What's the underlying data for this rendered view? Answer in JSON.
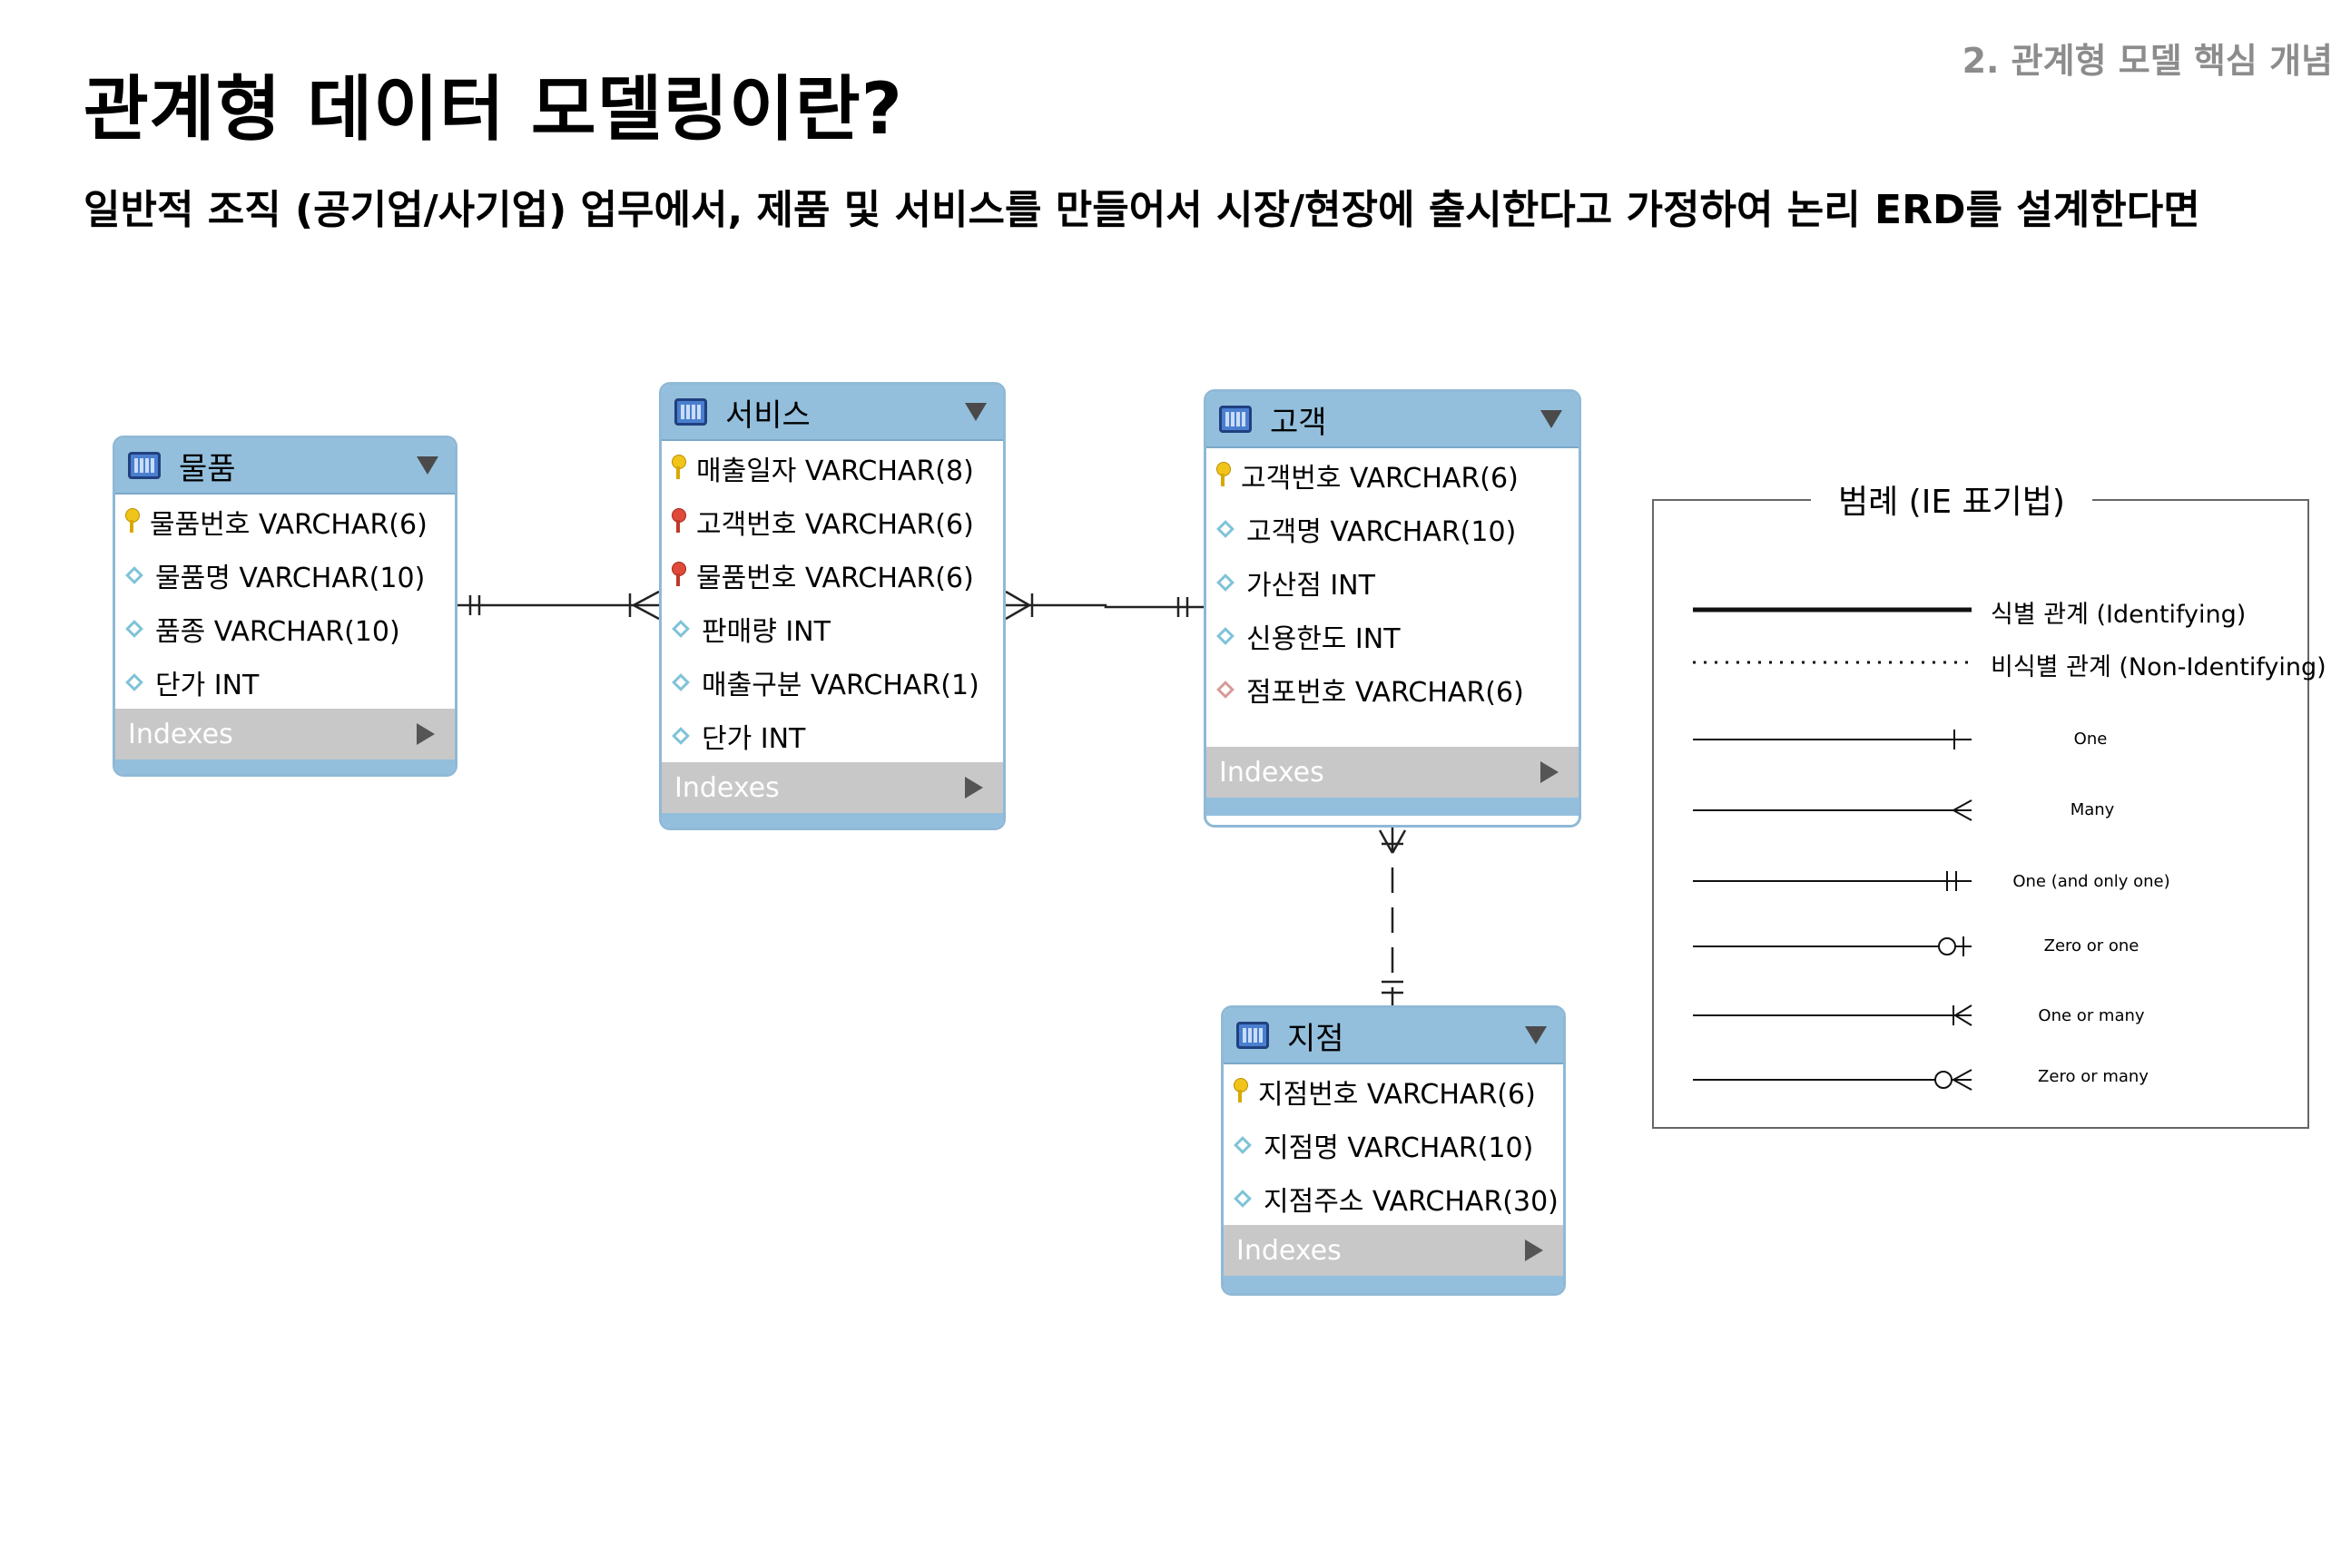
{
  "section_tag": "2. 관계형 모델 핵심 개념",
  "page_title": "관계형 데이터 모델링이란?",
  "subtitle": "일반적 조직 (공기업/사기업) 업무에서, 제품 및 서비스를 만들어서 시장/현장에 출시한다고 가정하여 논리 ERD를 설계한다면",
  "entities": {
    "product": {
      "name": "물품",
      "columns": [
        {
          "text": "물품번호 VARCHAR(6)",
          "key": "pk"
        },
        {
          "text": "물품명 VARCHAR(10)",
          "key": "attr"
        },
        {
          "text": "품종 VARCHAR(10)",
          "key": "attr"
        },
        {
          "text": "단가 INT",
          "key": "attr"
        }
      ],
      "indexes_label": "Indexes"
    },
    "service": {
      "name": "서비스",
      "columns": [
        {
          "text": "매출일자 VARCHAR(8)",
          "key": "pk"
        },
        {
          "text": "고객번호 VARCHAR(6)",
          "key": "pfk"
        },
        {
          "text": "물품번호 VARCHAR(6)",
          "key": "pfk"
        },
        {
          "text": "판매량 INT",
          "key": "attr"
        },
        {
          "text": "매출구분 VARCHAR(1)",
          "key": "attr"
        },
        {
          "text": "단가 INT",
          "key": "attr"
        }
      ],
      "indexes_label": "Indexes"
    },
    "customer": {
      "name": "고객",
      "columns": [
        {
          "text": "고객번호 VARCHAR(6)",
          "key": "pk"
        },
        {
          "text": "고객명 VARCHAR(10)",
          "key": "attr"
        },
        {
          "text": "가산점 INT",
          "key": "attr"
        },
        {
          "text": "신용한도 INT",
          "key": "attr"
        },
        {
          "text": "점포번호 VARCHAR(6)",
          "key": "fk"
        }
      ],
      "indexes_label": "Indexes"
    },
    "branch": {
      "name": "지점",
      "columns": [
        {
          "text": "지점번호 VARCHAR(6)",
          "key": "pk"
        },
        {
          "text": "지점명 VARCHAR(10)",
          "key": "attr"
        },
        {
          "text": "지점주소 VARCHAR(30)",
          "key": "attr"
        }
      ],
      "indexes_label": "Indexes"
    }
  },
  "relationships": [
    {
      "from": "물품",
      "to": "서비스",
      "from_end": "one-and-only-one",
      "to_end": "one-or-many",
      "line": "solid"
    },
    {
      "from": "서비스",
      "to": "고객",
      "from_end": "one-or-many",
      "to_end": "one-and-only-one",
      "line": "solid"
    },
    {
      "from": "고객",
      "to": "지점",
      "from_end": "many",
      "to_end": "one-and-only-one",
      "line": "dashed"
    }
  ],
  "legend": {
    "title": "범례 (IE 표기법)",
    "identifying": "식별 관계 (Identifying)",
    "non_identifying": "비식별 관계 (Non-Identifying)",
    "one": "One",
    "many": "Many",
    "one_and_only_one": "One (and only one)",
    "zero_or_one": "Zero or one",
    "one_or_many": "One or many",
    "zero_or_many": "Zero or many"
  },
  "colors": {
    "header": "#93bfdd",
    "indexes": "#c8c8c8",
    "pk_key": "#f0c419",
    "fk_key": "#e04a3a",
    "attr_diamond": "#7fc3d8",
    "fk_diamond": "#d99a9a"
  }
}
